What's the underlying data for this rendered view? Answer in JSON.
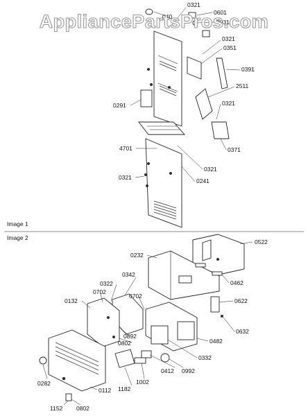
{
  "watermark": "AppliancePartsPros.com",
  "image1": {
    "caption": "Image 1",
    "labels": {
      "l0321_top": "0321",
      "l040": "040",
      "l0601": "0601",
      "l0931": "0931",
      "l0321_b": "0321",
      "l0351": "0351",
      "l0391": "0391",
      "l2511": "2511",
      "l0291": "0291",
      "l0321_c": "0321",
      "l0371": "0371",
      "l4701": "4701",
      "l0321_d": "0321",
      "l0321_e": "0321",
      "l0241": "0241"
    }
  },
  "image2": {
    "caption": "Image 2",
    "labels": {
      "l0522": "0522",
      "l0232": "0232",
      "l0342": "0342",
      "l0322": "0322",
      "l0702a": "0702",
      "l0132": "0132",
      "l0702b": "0702",
      "l0462": "0462",
      "l0622": "0622",
      "l0632": "0632",
      "l0892": "0892",
      "l0802a": "0802",
      "l0482": "0482",
      "l0332": "0332",
      "l0412": "0412",
      "l0992": "0992",
      "l1002": "1002",
      "l0282": "0282",
      "l1182": "1182",
      "l0112": "0112",
      "l1152": "1152",
      "l0802b": "0802"
    }
  }
}
